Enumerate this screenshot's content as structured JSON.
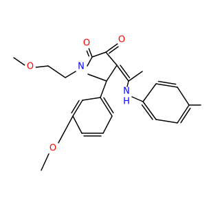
{
  "molecule": {
    "atom_labels": {
      "carbonyl_o_2": "O",
      "carbonyl_o_3": "O",
      "ring_n": "N",
      "ether_o_chain": "O",
      "methoxy_o_aryl": "O",
      "enamine_n": "N",
      "enamine_h": "H"
    },
    "colors": {
      "oxygen": "#ff0000",
      "nitrogen": "#0000ff",
      "bond": "#000000",
      "background": "#ffffff"
    }
  }
}
